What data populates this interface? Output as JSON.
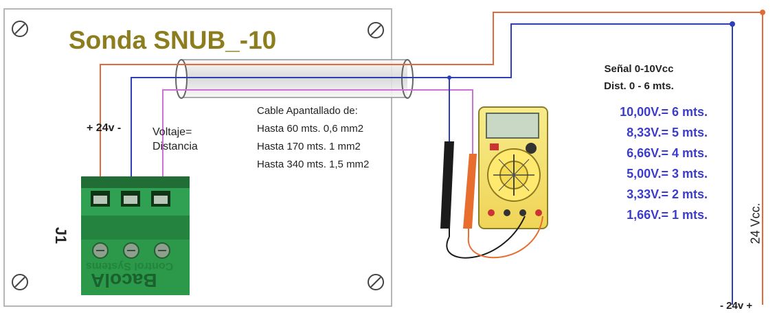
{
  "diagram": {
    "title": "Sonda SNUB_-10",
    "supply_label": "+ 24v -",
    "voltage_label": [
      "Voltaje=",
      "Distancia"
    ],
    "cable_notes": [
      "Cable Apantallado de:",
      "Hasta 60 mts.  0,6 mm2",
      "Hasta 170 mts.  1 mm2",
      "Hasta 340 mts. 1,5 mm2"
    ],
    "signal_title": [
      "Señal 0-10Vcc",
      "Dist. 0 - 6 mts."
    ],
    "mapping": [
      "10,00V.= 6 mts.",
      "8,33V.= 5 mts.",
      "6,66V.= 4 mts.",
      "5,00V.= 3 mts.",
      "3,33V.= 2 mts.",
      "1,66V.= 1 mts."
    ],
    "vertical_supply_label": "24 Vcc.",
    "bottom_supply_label": "- 24v +",
    "connector_label": "J1",
    "connector_brand": [
      "Control Systems",
      "BacolA"
    ]
  },
  "colors": {
    "title": "#8c7d1f",
    "positive_wire": "#e06a38",
    "negative_wire": "#2d3fb7",
    "signal_wire": "#cf6fd8",
    "mapping_text": "#3c3ccc",
    "box_border": "#b6b6b6",
    "connector_green": "#2d9b4d",
    "meter_body": "#f1e46f",
    "meter_dial": "#ffeb7f",
    "probe_black": "#1b1b1b",
    "probe_red": "#e76e2e"
  }
}
